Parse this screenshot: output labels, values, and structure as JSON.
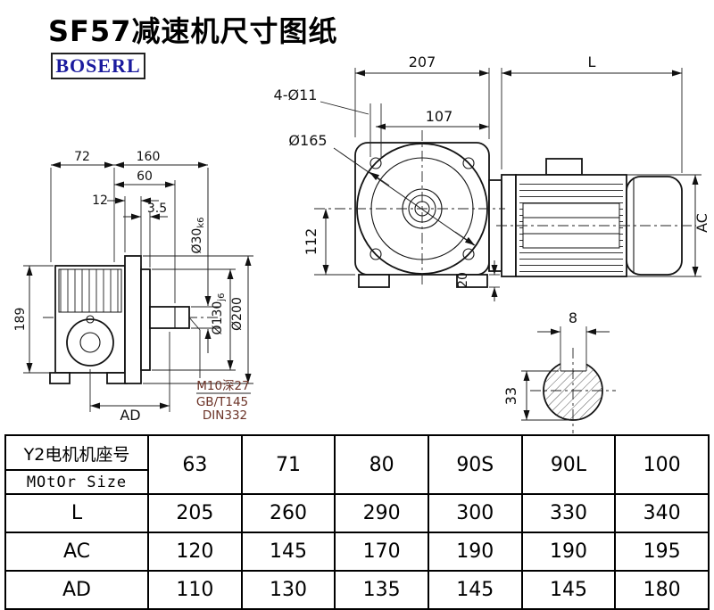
{
  "page": {
    "title": "SF57减速机尺寸图纸",
    "logo": "BOSERL"
  },
  "left_view": {
    "dim_72": "72",
    "dim_160": "160",
    "dim_60": "60",
    "dim_12": "12",
    "dim_3_5": "3.5",
    "dim_189": "189",
    "dim_ad": "AD",
    "dia_30": "Ø30",
    "dia_30_tol": "k6",
    "dia_130": "Ø130",
    "dia_130_tol": "j6",
    "dia_200": "Ø200",
    "note_line1": "M10深27",
    "note_line2": "GB/T145",
    "note_line3": "DIN332"
  },
  "right_view": {
    "dim_207": "207",
    "dim_l": "L",
    "dim_4_d11": "4-Ø11",
    "dim_107": "107",
    "dim_d165": "Ø165",
    "dim_112": "112",
    "dim_20": "20",
    "dim_ac": "AC"
  },
  "shaft_section": {
    "dim_8": "8",
    "dim_33": "33"
  },
  "table": {
    "row_header": {
      "line1": "Y2电机机座号",
      "line2": "MOtOr Size"
    },
    "size_row": [
      "63",
      "71",
      "80",
      "90S",
      "90L",
      "100"
    ],
    "rows": [
      {
        "label": "L",
        "values": [
          "205",
          "260",
          "290",
          "300",
          "330",
          "340"
        ]
      },
      {
        "label": "AC",
        "values": [
          "120",
          "145",
          "170",
          "190",
          "190",
          "195"
        ]
      },
      {
        "label": "AD",
        "values": [
          "110",
          "130",
          "135",
          "145",
          "145",
          "180"
        ]
      }
    ]
  }
}
